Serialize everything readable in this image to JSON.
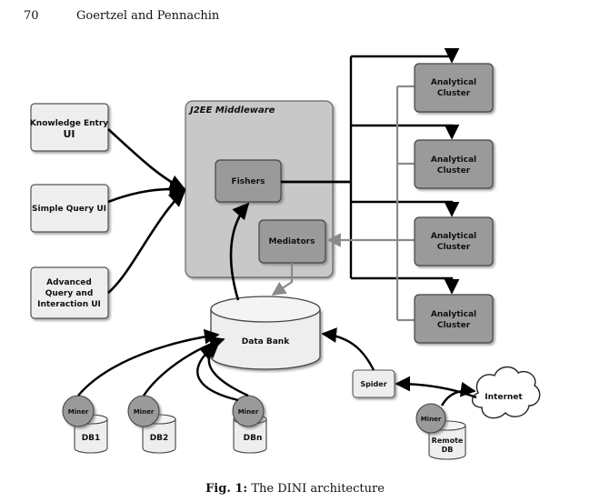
{
  "header": {
    "page_number": "70",
    "authors": "Goertzel and Pennachin"
  },
  "diagram": {
    "ui_boxes": [
      {
        "line1": "Knowledge Entry",
        "line2": "UI"
      },
      {
        "line1": "Simple Query UI"
      },
      {
        "line1": "Advanced",
        "line2": "Query and",
        "line3": "Interaction UI"
      }
    ],
    "middleware": {
      "title": "J2EE Middleware",
      "fishers": "Fishers",
      "mediators": "Mediators"
    },
    "clusters": [
      {
        "line1": "Analytical",
        "line2": "Cluster"
      },
      {
        "line1": "Analytical",
        "line2": "Cluster"
      },
      {
        "line1": "Analytical",
        "line2": "Cluster"
      },
      {
        "line1": "Analytical",
        "line2": "Cluster"
      }
    ],
    "data_bank": "Data Bank",
    "miners": [
      {
        "miner": "Miner",
        "db": "DB1"
      },
      {
        "miner": "Miner",
        "db": "DB2"
      },
      {
        "miner": "Miner",
        "db": "DBn"
      },
      {
        "miner": "Miner",
        "db_line1": "Remote",
        "db_line2": "DB"
      }
    ],
    "spider": "Spider",
    "internet": "Internet"
  },
  "caption": {
    "label": "Fig. 1:",
    "text": "The DINI architecture"
  },
  "colors": {
    "light_box": "#eeeeee",
    "middleware_bg": "#c8c8c8",
    "dark_box": "#9a9a9a",
    "line": "#000000",
    "gray_line": "#8a8a8a"
  }
}
